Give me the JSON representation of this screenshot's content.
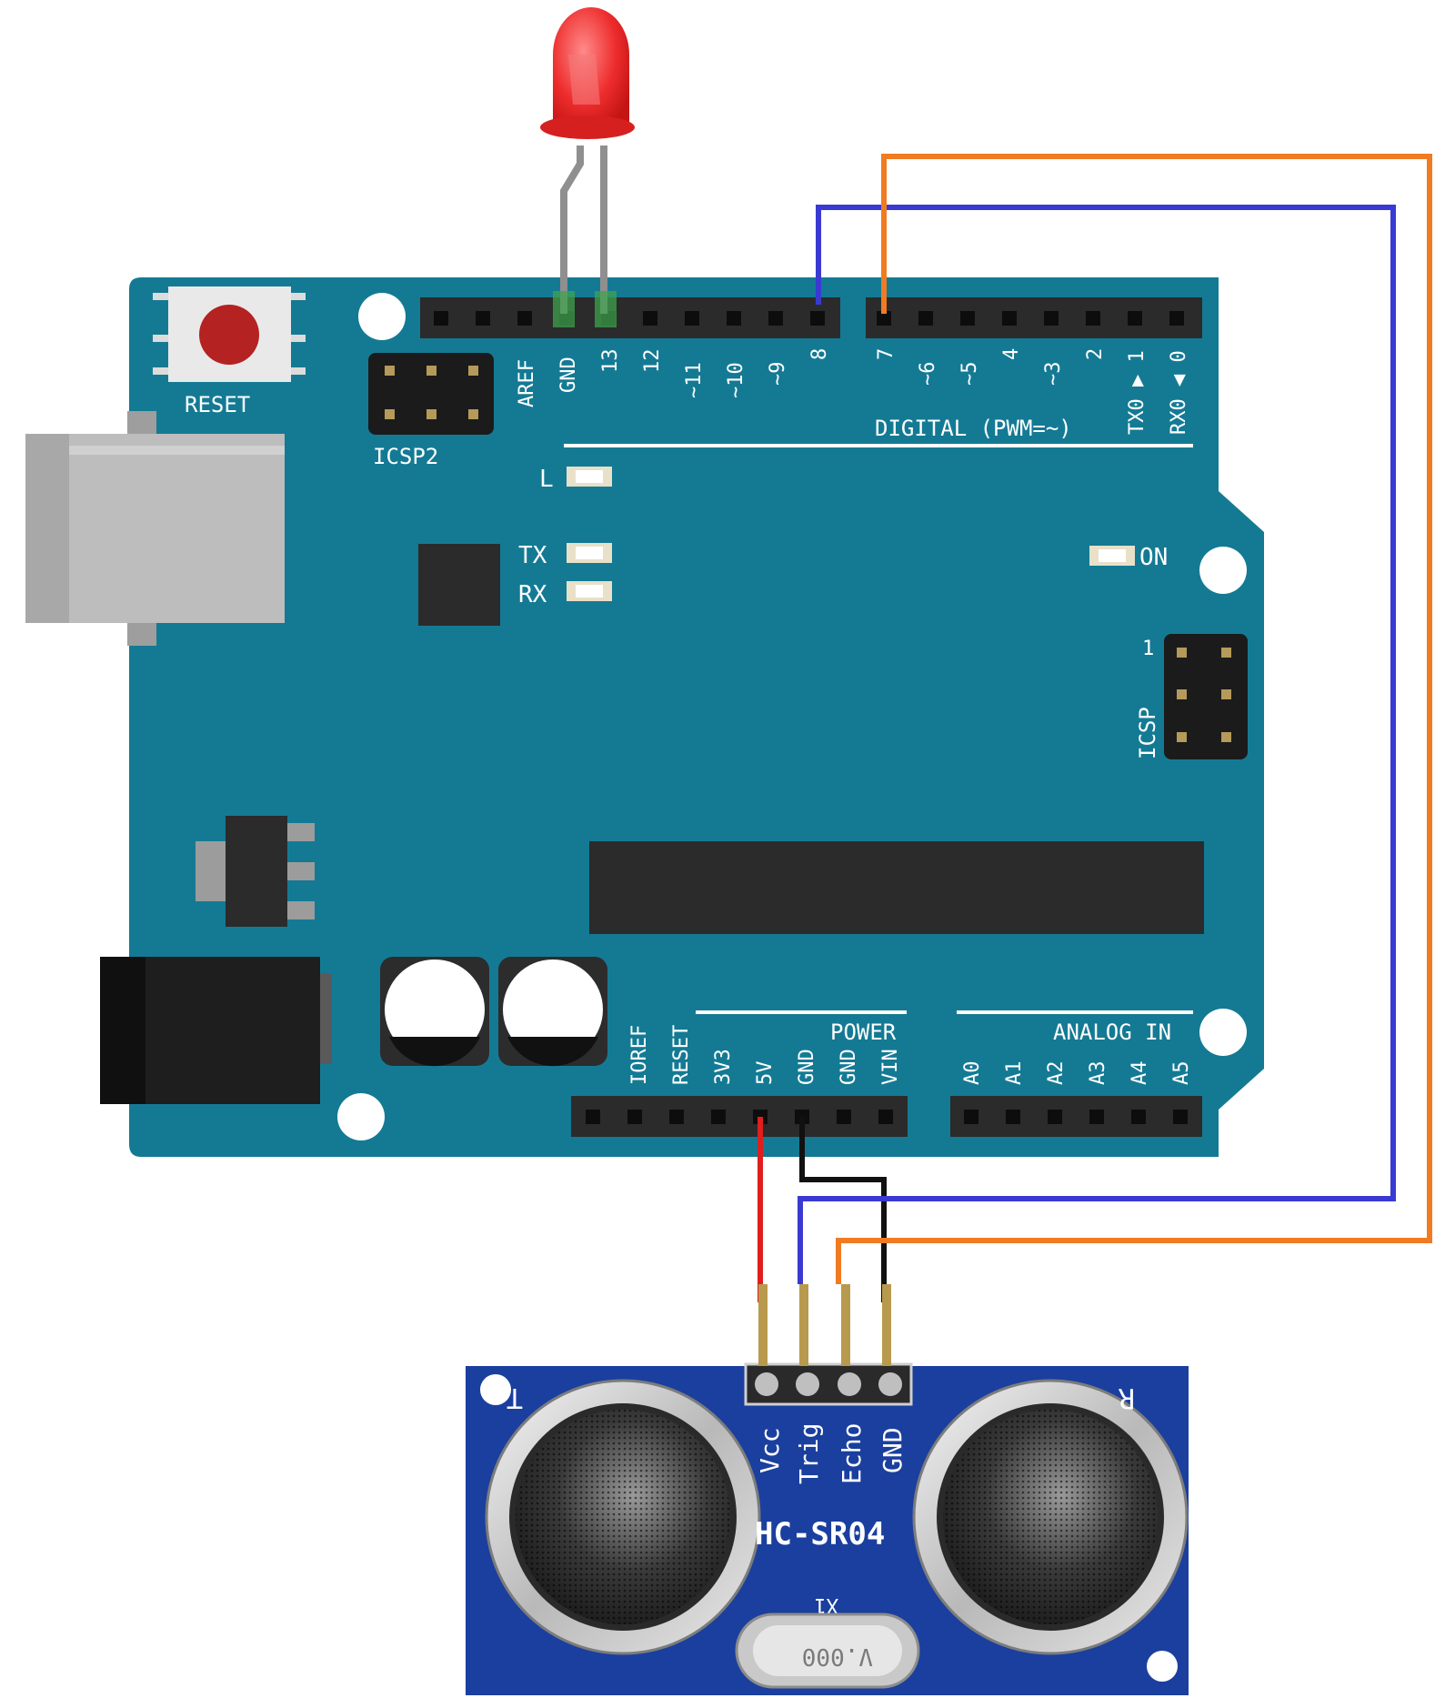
{
  "board": {
    "reset_label": "RESET",
    "icsp2_label": "ICSP2",
    "icsp_label": "ICSP",
    "icsp_pin1": "1",
    "led_l": "L",
    "led_tx": "TX",
    "led_rx": "RX",
    "led_on": "ON",
    "digital_section": "DIGITAL (PWM=~)",
    "power_section": "POWER",
    "analog_section": "ANALOG IN",
    "digital_pins": [
      "AREF",
      "GND",
      "13",
      "12",
      "~11",
      "~10",
      "~9",
      "8",
      "7",
      "~6",
      "~5",
      "4",
      "~3",
      "2",
      "TX0 ▶ 1",
      "RX0 ◀ 0"
    ],
    "power_pins": [
      "IOREF",
      "RESET",
      "3V3",
      "5V",
      "GND",
      "GND",
      "VIN"
    ],
    "analog_pins": [
      "A0",
      "A1",
      "A2",
      "A3",
      "A4",
      "A5"
    ]
  },
  "sensor": {
    "model": "HC-SR04",
    "pins": [
      "Vcc",
      "Trig",
      "Echo",
      "GND"
    ],
    "t_label": "T",
    "r_label": "R",
    "x1_label": "X1",
    "crystal_label": "V.000"
  },
  "wires": {
    "colors": {
      "power": "#e01e1e",
      "ground": "#111111",
      "trig": "#3a3ad2",
      "echo": "#f07b22",
      "led": "#8a8a8a",
      "led_cathode": "#3fa34d"
    }
  },
  "colors": {
    "board": "#147a94",
    "sensor": "#1a3f9e",
    "led": "#e62a2a"
  }
}
